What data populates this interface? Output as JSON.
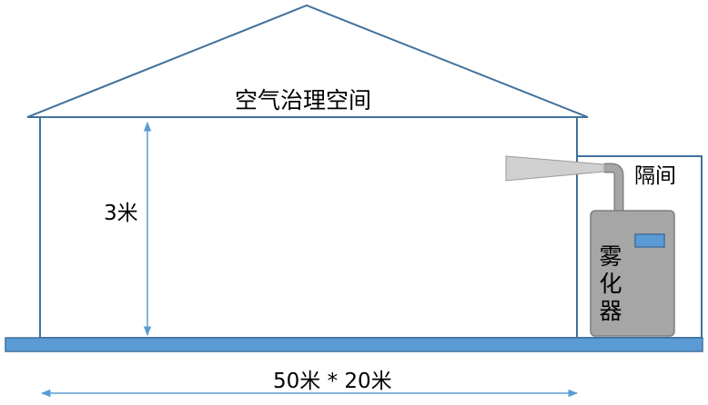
{
  "diagram": {
    "title": "空气治理空间",
    "height_label": "3米",
    "room_label": "隔间",
    "dimension_label": "50米 * 20米",
    "device_label": "雾化器"
  },
  "colors": {
    "outline": "#41719c",
    "ground": "#5b9bd5",
    "device_fill": "#a6a6a6",
    "device_stroke": "#7f7f7f",
    "indicator": "#5b9bd5",
    "spray": "#d0d0d0",
    "arrow": "#5b9bd5"
  },
  "icons": {
    "ground": "ground-bar",
    "device": "atomizer-machine",
    "spray": "mist-cone"
  }
}
